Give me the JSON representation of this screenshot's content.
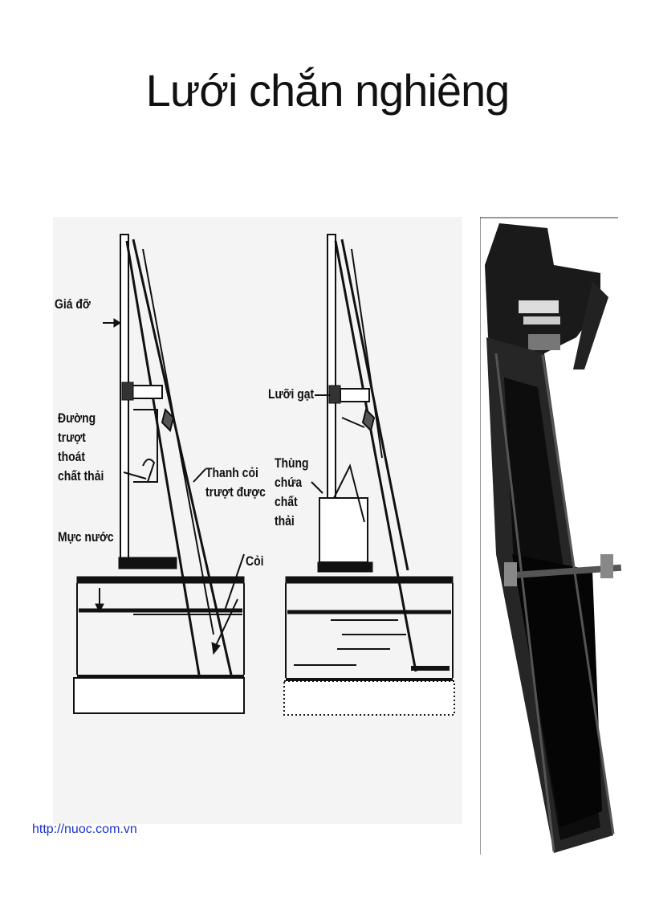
{
  "title": "Lưới chắn nghiêng",
  "labels": {
    "gia_do": "Giá đỡ",
    "duong_truot": [
      "Đường",
      "trượt",
      "thoát",
      "chất thải"
    ],
    "muc_nuoc": "Mực nước",
    "thanh_coi": [
      "Thanh cỏi",
      "trượt được"
    ],
    "coi": "Cỏi",
    "luoi_gat": "Lưỡi gạt",
    "thung_chua": [
      "Thùng",
      "chứa",
      "chất",
      "thải"
    ]
  },
  "footer_url": "http://nuoc.com.vn"
}
